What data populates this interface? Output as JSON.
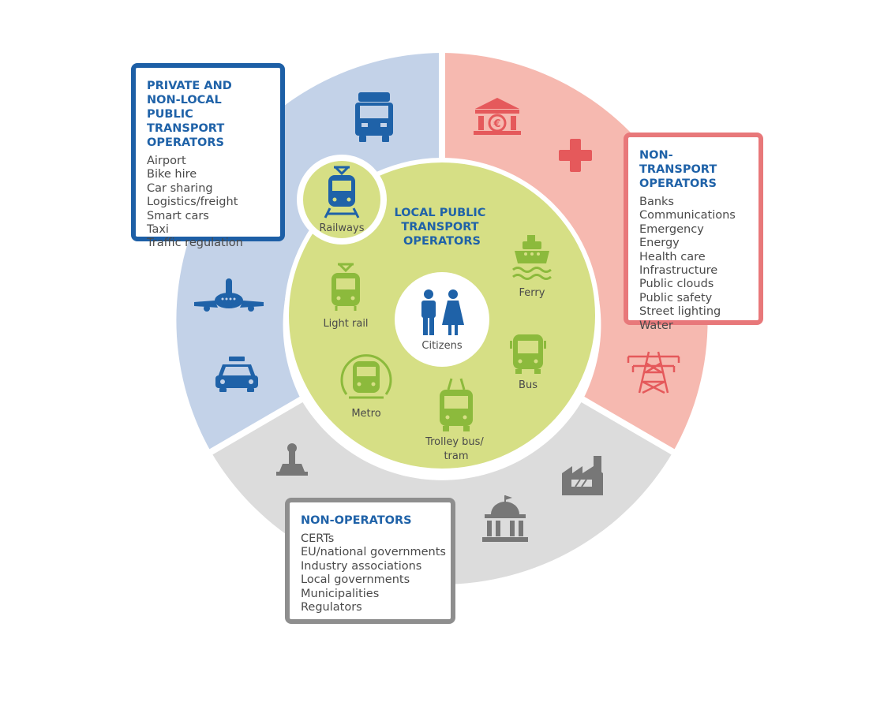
{
  "private_box": {
    "title": "PRIVATE AND\nNON-LOCAL PUBLIC\nTRANSPORT\nOPERATORS",
    "items": [
      "Airport",
      "Bike hire",
      "Car sharing",
      "Logistics/freight",
      "Smart cars",
      "Taxi",
      "Traffic regulation"
    ]
  },
  "nontransport_box": {
    "title": "NON-TRANSPORT\nOPERATORS",
    "items": [
      "Banks",
      "Communications",
      "Emergency",
      "Energy",
      "Health care",
      "Infrastructure",
      "Public clouds",
      "Public safety",
      "Street lighting",
      "Water"
    ]
  },
  "nonoperators_box": {
    "title": "NON-OPERATORS",
    "items": [
      "CERTs",
      "EU/national governments",
      "Industry associations",
      "Local governments",
      "Municipalities",
      "Regulators"
    ]
  },
  "local": {
    "title_line1": "LOCAL PUBLIC",
    "title_line2": "TRANSPORT",
    "title_line3": "OPERATORS",
    "railways": "Railways",
    "light_rail": "Light rail",
    "metro": "Metro",
    "trolley_line1": "Trolley bus/",
    "trolley_line2": "tram",
    "bus": "Bus",
    "ferry": "Ferry",
    "citizens": "Citizens"
  },
  "colors": {
    "blue_segment": "#c3d2e8",
    "red_segment": "#f6b9b0",
    "grey_segment": "#dcdcdc",
    "inner_green": "#d6df85",
    "blue_icon": "#1f62a8",
    "green_icon": "#8cba3c",
    "red_icon": "#e5595b",
    "grey_icon": "#777777"
  }
}
